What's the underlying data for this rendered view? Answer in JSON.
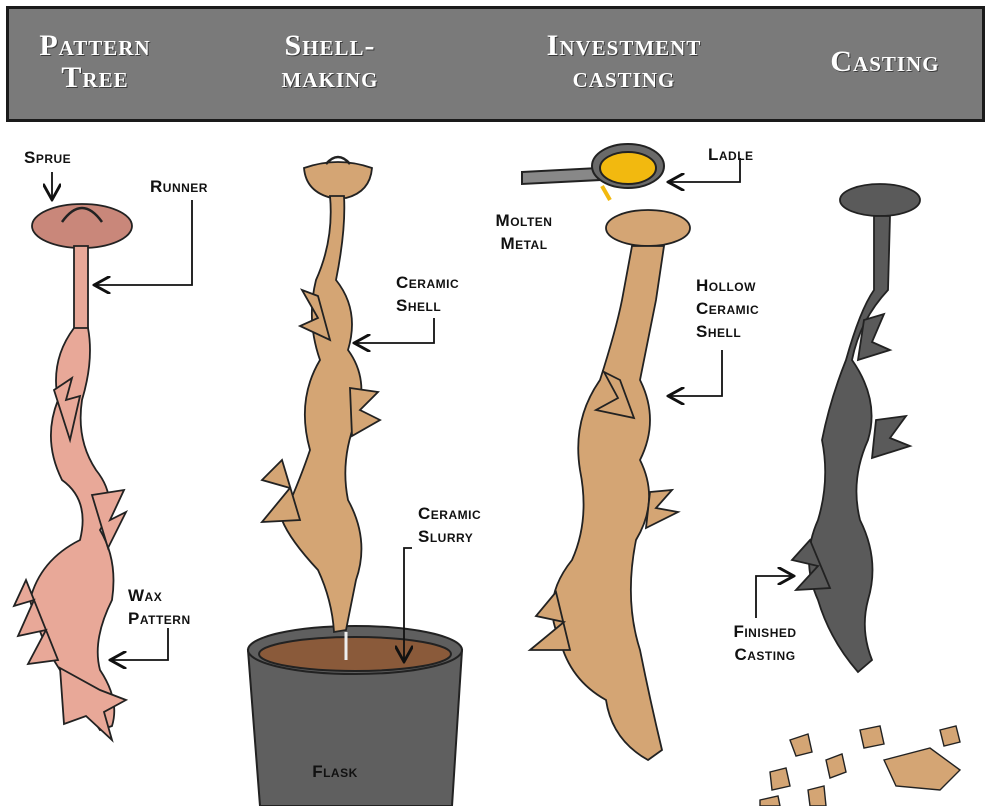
{
  "steps": [
    {
      "title": "Pattern\nTree"
    },
    {
      "title": "Shell-\nmaking"
    },
    {
      "title": "Investment\ncasting"
    },
    {
      "title": "Casting"
    }
  ],
  "labels": {
    "sprue": "Sprue",
    "runner": "Runner",
    "wax_pattern": "Wax\nPattern",
    "ceramic_shell": "Ceramic\nShell",
    "ceramic_slurry": "Ceramic\nSlurry",
    "flask": "Flask",
    "ladle": "Ladle",
    "molten_metal": "Molten\nMetal",
    "hollow_ceramic_shell": "Hollow\nCeramic\nShell",
    "finished_casting": "Finished\nCasting"
  },
  "colors": {
    "header_bg": "#7a7a7a",
    "wax": "#e8a898",
    "shell": "#d4a574",
    "metal": "#5a5a5a",
    "flask": "#5f5f5f",
    "molten": "#f2b90f"
  }
}
